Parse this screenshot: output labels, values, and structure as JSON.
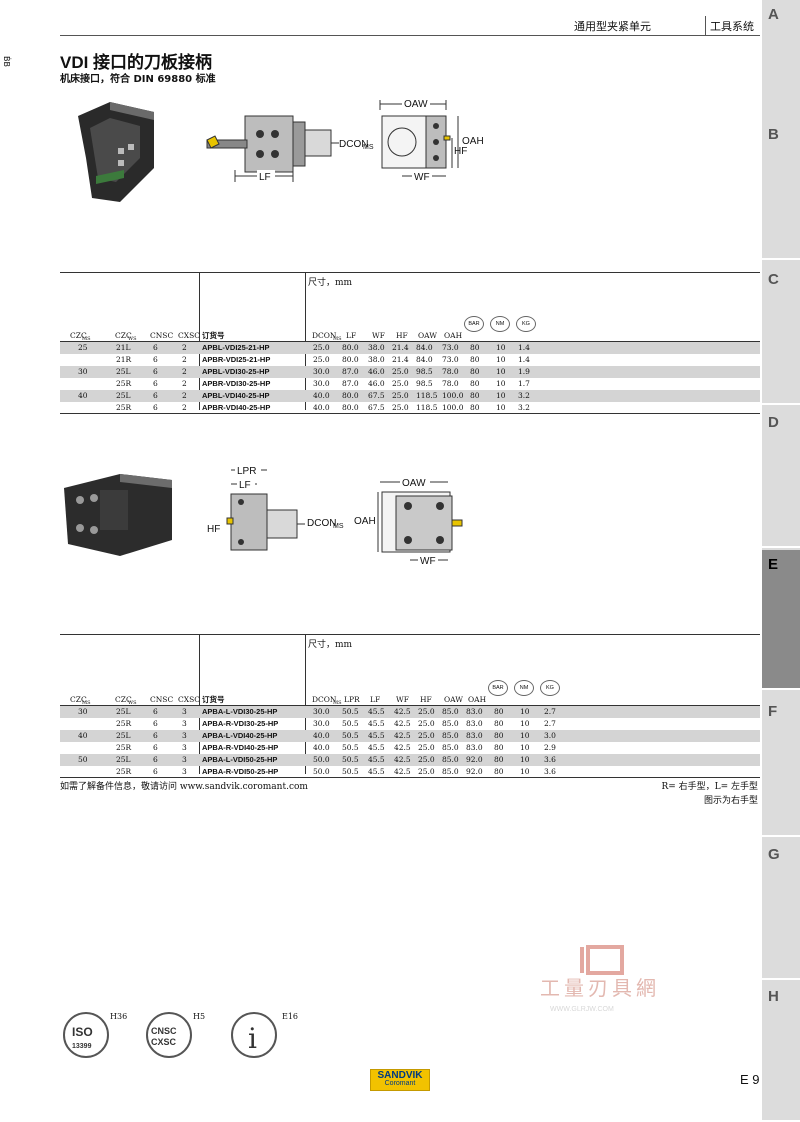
{
  "header": {
    "section": "通用型夹紧单元",
    "system": "工具系统"
  },
  "side_mark": "ḂB",
  "tabs": [
    "A",
    "B",
    "C",
    "D",
    "E",
    "F",
    "G",
    "H"
  ],
  "active_tab": "E",
  "title": "VDI 接口的刀板接柄",
  "subtitle": "机床接口，符合 DIN 69880 标准",
  "drawing1_labels": {
    "oaw": "OAW",
    "oah": "OAH",
    "hf": "HF",
    "wf": "WF",
    "lf": "LF",
    "dcon": "DCON",
    "ms": "MS"
  },
  "drawing2_labels": {
    "lpr": "LPR",
    "lf": "LF",
    "hf": "HF",
    "dcon": "DCON",
    "ms": "MS",
    "oaw": "OAW",
    "oah": "OAH",
    "wf": "WF"
  },
  "table1": {
    "unit": "尺寸，mm",
    "headers": [
      "CZC",
      "MS",
      "CZC",
      "WS",
      "CNSC",
      "CXSC",
      "订货号",
      "DCON",
      "MS",
      "LF",
      "WF",
      "HF",
      "OAW",
      "OAH"
    ],
    "badges": [
      "BAR",
      "NM",
      "KG"
    ],
    "rows": [
      [
        "25",
        "21L",
        "6",
        "2",
        "APBL-VDI25-21-HP",
        "25.0",
        "80.0",
        "38.0",
        "21.4",
        "84.0",
        "73.0",
        "80",
        "10",
        "1.4"
      ],
      [
        "",
        "21R",
        "6",
        "2",
        "APBR-VDI25-21-HP",
        "25.0",
        "80.0",
        "38.0",
        "21.4",
        "84.0",
        "73.0",
        "80",
        "10",
        "1.4"
      ],
      [
        "30",
        "25L",
        "6",
        "2",
        "APBL-VDI30-25-HP",
        "30.0",
        "87.0",
        "46.0",
        "25.0",
        "98.5",
        "78.0",
        "80",
        "10",
        "1.9"
      ],
      [
        "",
        "25R",
        "6",
        "2",
        "APBR-VDI30-25-HP",
        "30.0",
        "87.0",
        "46.0",
        "25.0",
        "98.5",
        "78.0",
        "80",
        "10",
        "1.7"
      ],
      [
        "40",
        "25L",
        "6",
        "2",
        "APBL-VDI40-25-HP",
        "40.0",
        "80.0",
        "67.5",
        "25.0",
        "118.5",
        "100.0",
        "80",
        "10",
        "3.2"
      ],
      [
        "",
        "25R",
        "6",
        "2",
        "APBR-VDI40-25-HP",
        "40.0",
        "80.0",
        "67.5",
        "25.0",
        "118.5",
        "100.0",
        "80",
        "10",
        "3.2"
      ]
    ]
  },
  "table2": {
    "unit": "尺寸，mm",
    "headers": [
      "CZC",
      "MS",
      "CZC",
      "WS",
      "CNSC",
      "CXSC",
      "订货号",
      "DCON",
      "MS",
      "LPR",
      "LF",
      "WF",
      "HF",
      "OAW",
      "OAH"
    ],
    "badges": [
      "BAR",
      "NM",
      "KG"
    ],
    "rows": [
      [
        "30",
        "25L",
        "6",
        "3",
        "APBA-L-VDI30-25-HP",
        "30.0",
        "50.5",
        "45.5",
        "42.5",
        "25.0",
        "85.0",
        "83.0",
        "80",
        "10",
        "2.7"
      ],
      [
        "",
        "25R",
        "6",
        "3",
        "APBA-R-VDI30-25-HP",
        "30.0",
        "50.5",
        "45.5",
        "42.5",
        "25.0",
        "85.0",
        "83.0",
        "80",
        "10",
        "2.7"
      ],
      [
        "40",
        "25L",
        "6",
        "3",
        "APBA-L-VDI40-25-HP",
        "40.0",
        "50.5",
        "45.5",
        "42.5",
        "25.0",
        "85.0",
        "83.0",
        "80",
        "10",
        "3.0"
      ],
      [
        "",
        "25R",
        "6",
        "3",
        "APBA-R-VDI40-25-HP",
        "40.0",
        "50.5",
        "45.5",
        "42.5",
        "25.0",
        "85.0",
        "83.0",
        "80",
        "10",
        "2.9"
      ],
      [
        "50",
        "25L",
        "6",
        "3",
        "APBA-L-VDI50-25-HP",
        "50.0",
        "50.5",
        "45.5",
        "42.5",
        "25.0",
        "85.0",
        "92.0",
        "80",
        "10",
        "3.6"
      ],
      [
        "",
        "25R",
        "6",
        "3",
        "APBA-R-VDI50-25-HP",
        "50.0",
        "50.5",
        "45.5",
        "42.5",
        "25.0",
        "85.0",
        "92.0",
        "80",
        "10",
        "3.6"
      ]
    ]
  },
  "footer": {
    "left": "如需了解备件信息，敬请访问 www.sandvik.coromant.com",
    "right1": "R= 右手型，L= 左手型",
    "right2": "图示为右手型"
  },
  "watermark": {
    "text": "工量刃具網",
    "url": "WWW.GLRJW.COM"
  },
  "icons": {
    "iso_label": "H36",
    "iso_text": "ISO",
    "iso_num": "13399",
    "cnsc_label": "H5",
    "cnsc_text": "CNSC",
    "cxsc_text": "CXSC",
    "info_label": "E16",
    "info_text": "i"
  },
  "brand": {
    "name": "SANDVIK",
    "sub": "Coromant"
  },
  "page_number": "E 9"
}
